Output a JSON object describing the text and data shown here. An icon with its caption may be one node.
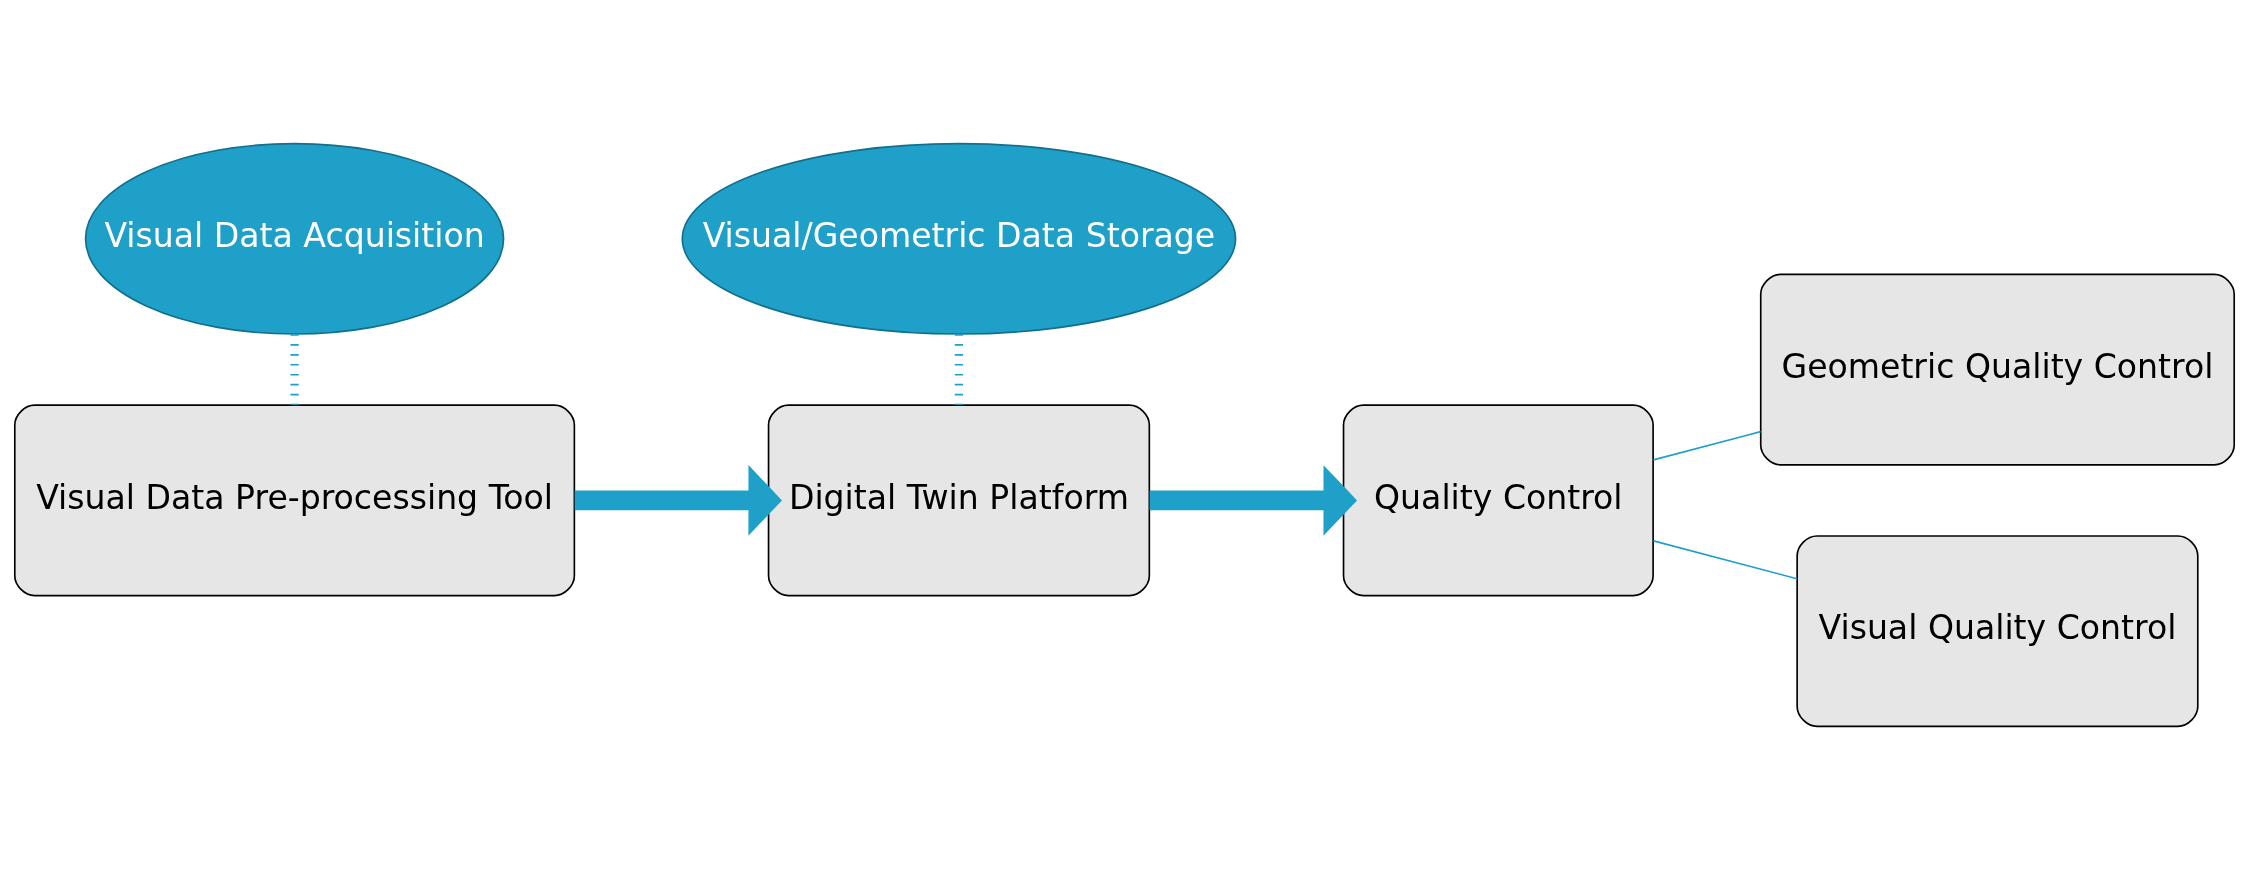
{
  "diagram": {
    "nodes": [
      {
        "text": [
          "Visual Data Pre-processing Tool"
        ]
      },
      {
        "text": [
          "Digital Twin Platform"
        ]
      },
      {
        "text": [
          "Quality Control"
        ]
      },
      {
        "text": [
          "Geometric Quality Control"
        ]
      },
      {
        "text": [
          "Visual Quality Control"
        ]
      },
      {
        "text": [
          "Visual Data Acquisition"
        ]
      },
      {
        "text": [
          "Visual/Geometric Data Storage"
        ]
      }
    ],
    "edges": [
      {
        "from": 0,
        "to": 1,
        "arrow": "to",
        "style": "thick"
      },
      {
        "from": 1,
        "to": 2,
        "arrow": "to",
        "style": "thick"
      },
      {
        "from": 2,
        "to": 3,
        "arrow": "none"
      },
      {
        "from": 2,
        "to": 4,
        "arrow": "none"
      },
      {
        "from": 5,
        "to": 0,
        "arrow": "none",
        "style": "dashed"
      },
      {
        "from": 6,
        "to": 1,
        "arrow": "none",
        "style": "dashed"
      }
    ]
  }
}
